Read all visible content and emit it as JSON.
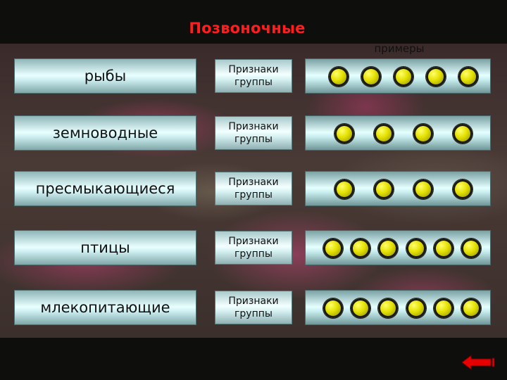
{
  "title": "Позвоночные",
  "examples_label": "примеры",
  "groups": [
    {
      "name": "рыбы",
      "signs": "Признаки группы",
      "example_count": 5
    },
    {
      "name": "земноводные",
      "signs": "Признаки группы",
      "example_count": 4
    },
    {
      "name": "пресмыкающиеся",
      "signs": "Признаки группы",
      "example_count": 4
    },
    {
      "name": "птицы",
      "signs": "Признаки группы",
      "example_count": 6
    },
    {
      "name": "млекопитающие",
      "signs": "Признаки группы",
      "example_count": 6
    }
  ],
  "colors": {
    "title": "#ff1e1e",
    "bar_highlight": "#e9ffff",
    "dot": "#e3e000",
    "back_arrow": "#e60000"
  },
  "icons": {
    "example_dot": "yellow-circle-icon",
    "back": "back-arrow-icon"
  }
}
